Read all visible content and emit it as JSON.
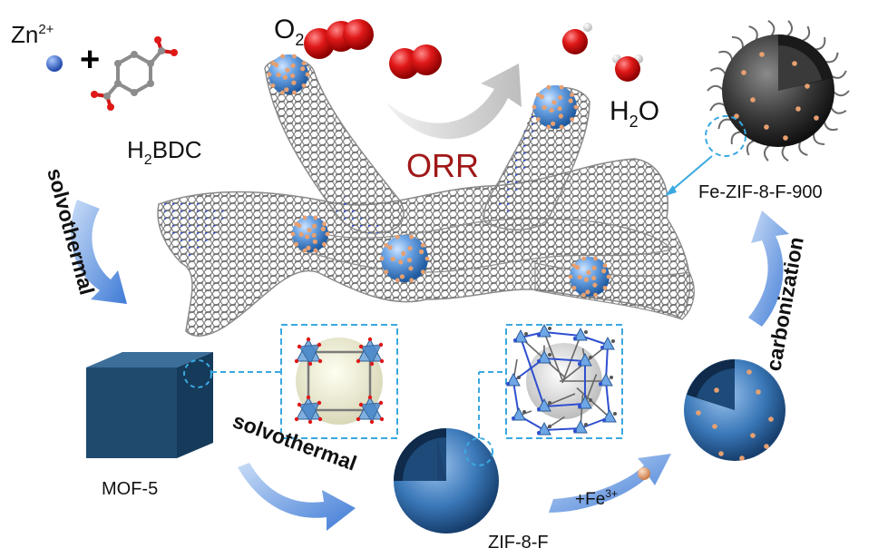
{
  "labels": {
    "zn_base": "Zn",
    "zn_charge": "2+",
    "plus": "+",
    "h2bdc_h": "H",
    "h2bdc_sub": "2",
    "h2bdc_rest": "BDC",
    "o2_base": "O",
    "o2_sub": "2",
    "h2o_h": "H",
    "h2o_sub": "2",
    "h2o_o": "O",
    "orr": "ORR",
    "product": "Fe-ZIF-8-F-900",
    "solvothermal_1": "solvothermal",
    "solvothermal_2": "solvothermal",
    "carbonization": "carbonization",
    "mof5": "MOF-5",
    "zif8f": "ZIF-8-F",
    "fe_base": "+Fe",
    "fe_charge": "3+"
  },
  "colors": {
    "zn_ion": "#2b5fc9",
    "oxygen": "#e01818",
    "hydrogen": "#f2f2f2",
    "carbon": "#8c8c8c",
    "nitrogen": "#2f4fd0",
    "orr_text": "#a01818",
    "mof_cube": "#1f4a6e",
    "zif_sphere": "#2e6aa8",
    "product_sphere": "#2a2a2a",
    "fe_particle": "#e8a070",
    "arrow_blue": "#5b8ed8",
    "arrow_gray": "#c8c8c8",
    "dashed_box": "#3aa8e0"
  },
  "icons": [
    "zn-ion-icon",
    "terephthalic-acid-molecule-icon",
    "oxygen-molecule-icon",
    "water-molecule-icon",
    "carbon-nanotube-icon",
    "graphene-sheet-icon",
    "mof5-cube-icon",
    "zif8f-hollow-sphere-icon",
    "fe-doped-sphere-icon",
    "fe-ion-icon",
    "product-sphere-icon"
  ]
}
